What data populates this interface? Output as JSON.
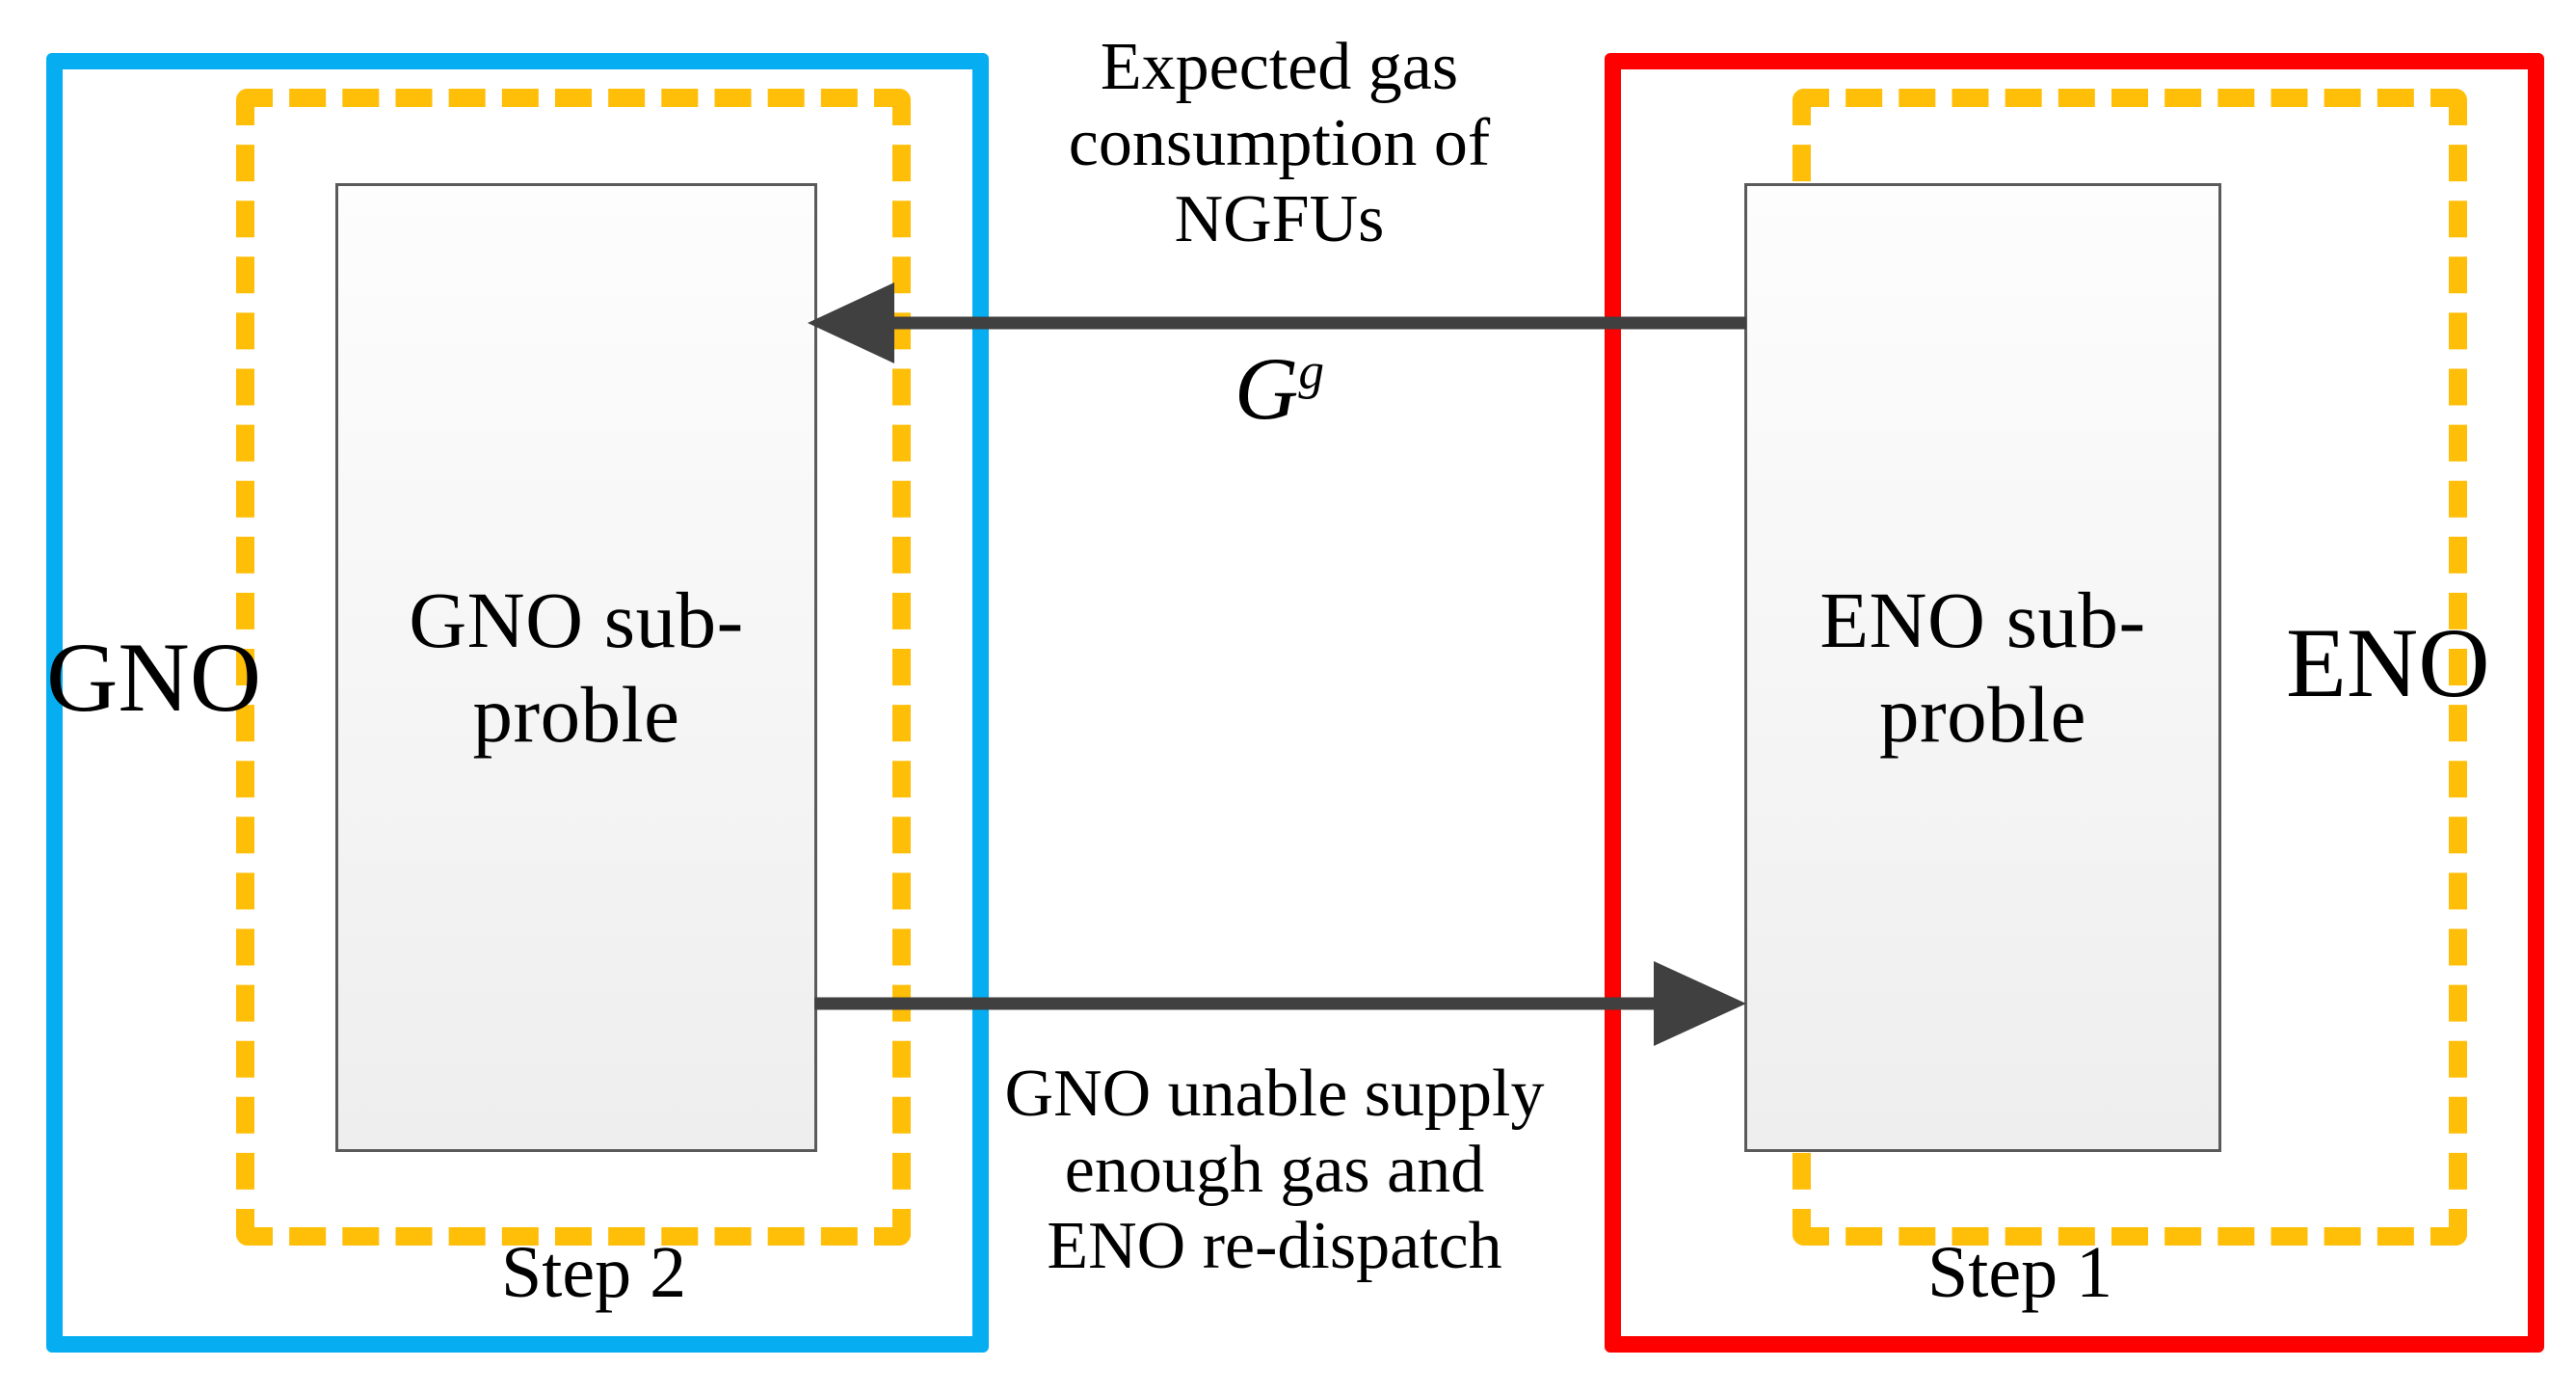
{
  "diagram": {
    "title": "GNO-ENO two-step iterative coordination",
    "colors": {
      "gno_frame": "#06aef1",
      "eno_frame": "#fe0000",
      "step_frame": "#ffbe08",
      "arrow": "#404040",
      "subbox_fill": "#f2f2f2",
      "subbox_border": "#5a5a5a",
      "text": "#000000",
      "background": "#ffffff"
    },
    "left": {
      "operator_label": "GNO",
      "subproblem_label": "GNO sub-\nproble",
      "step_caption": "Step 2"
    },
    "right": {
      "operator_label": "ENO",
      "subproblem_label": "ENO sub-\nproble",
      "step_caption": "Step 1"
    },
    "arrows": [
      {
        "name": "expected-gas-consumption-arrow",
        "direction": "right-to-left",
        "label": "Expected gas\nconsumption of\nNGFUs",
        "symbol_base": "G",
        "symbol_superscript": "g",
        "from": "ENO sub-proble",
        "to": "GNO sub-proble"
      },
      {
        "name": "gno-shortage-feedback-arrow",
        "direction": "left-to-right",
        "label": "GNO unable supply\nenough gas and\nENO re-dispatch",
        "from": "GNO sub-proble",
        "to": "ENO sub-proble"
      }
    ]
  }
}
